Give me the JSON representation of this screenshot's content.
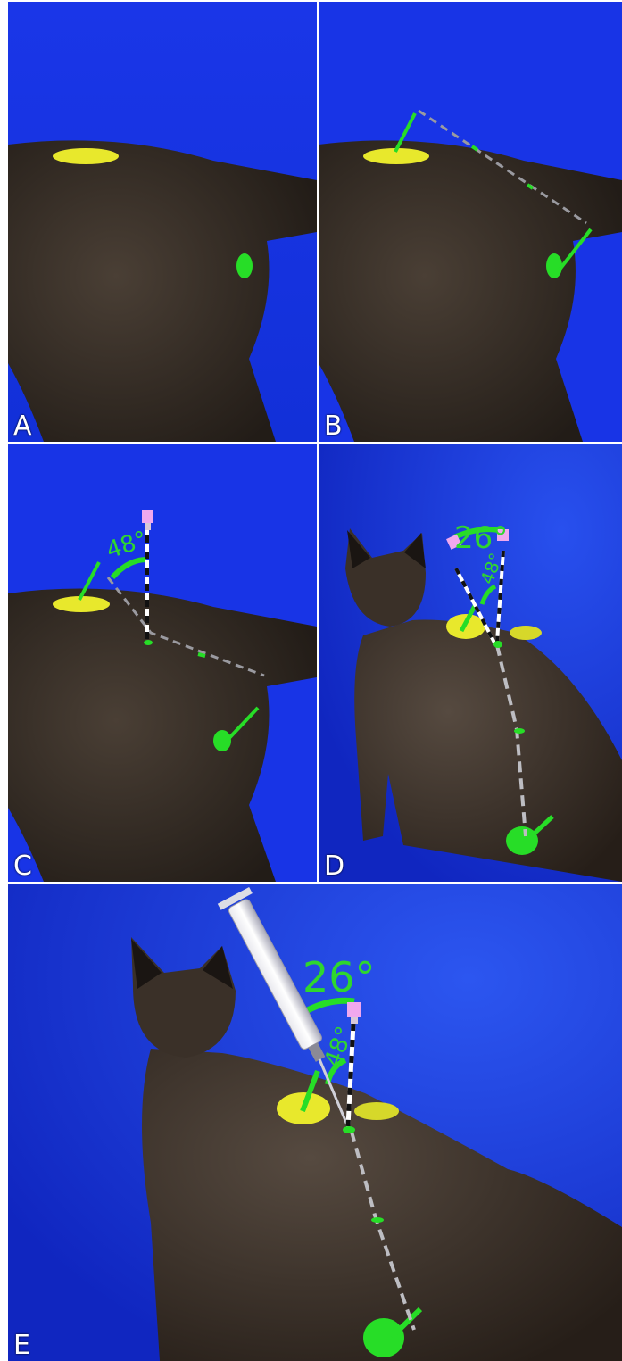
{
  "panels": [
    {
      "id": "A",
      "label": "A"
    },
    {
      "id": "B",
      "label": "B"
    },
    {
      "id": "C",
      "label": "C",
      "angle": "48°"
    },
    {
      "id": "D",
      "label": "D",
      "angle_large": "26°",
      "angle_small": "48°"
    },
    {
      "id": "E",
      "label": "E",
      "angle_large": "26°",
      "angle_small": "48°"
    }
  ],
  "colors": {
    "background_blue": "#1533e6",
    "fur_dark": "#2e261f",
    "target_yellow": "#e5e52a",
    "marker_green": "#22d822",
    "syringe_pink": "#f0a8ee"
  }
}
